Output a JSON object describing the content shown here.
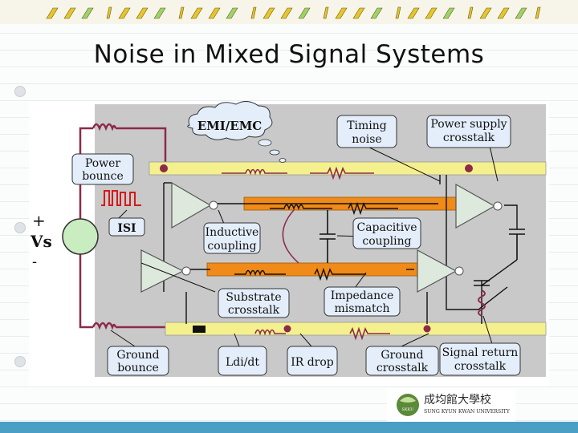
{
  "slide": {
    "title": "Noise in Mixed Signal Systems"
  },
  "diagram": {
    "colors": {
      "panel": "#c9c9c9",
      "rail": "#f5f08e",
      "bus": "#f08a18",
      "wire": "#8c2a4a",
      "callout": "#e4eefb",
      "buffer": "#dde9dc"
    },
    "source": {
      "plus": "+",
      "label": "Vs",
      "minus": "-"
    },
    "callouts": {
      "emi": "EMI/EMC",
      "timing_1": "Timing",
      "timing_2": "noise",
      "power_supply_1": "Power supply",
      "power_supply_2": "crosstalk",
      "power_bounce_1": "Power",
      "power_bounce_2": "bounce",
      "isi": "ISI",
      "inductive_1": "Inductive",
      "inductive_2": "coupling",
      "capacitive_1": "Capacitive",
      "capacitive_2": "coupling",
      "substrate_1": "Substrate",
      "substrate_2": "crosstalk",
      "impedance_1": "Impedance",
      "impedance_2": "mismatch",
      "ground_bounce_1": "Ground",
      "ground_bounce_2": "bounce",
      "ldi": "Ldi/dt",
      "ir_drop": "IR drop",
      "ground_crosstalk_1": "Ground",
      "ground_crosstalk_2": "crosstalk",
      "signal_return_1": "Signal return",
      "signal_return_2": "crosstalk"
    }
  },
  "logo": {
    "chinese": "成均館大學校",
    "english": "SUNG KYUN KWAN UNIVERSITY",
    "badge": "SKKU"
  }
}
